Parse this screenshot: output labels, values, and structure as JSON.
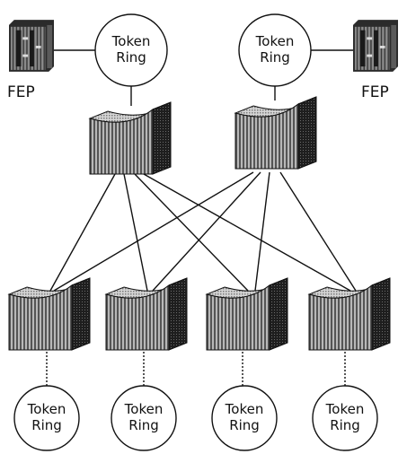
{
  "nodes": {
    "fep_left": {
      "label": "FEP",
      "icon": "fep-server-icon"
    },
    "fep_right": {
      "label": "FEP",
      "icon": "fep-server-icon"
    },
    "top_rings": [
      {
        "line1": "Token",
        "line2": "Ring"
      },
      {
        "line1": "Token",
        "line2": "Ring"
      }
    ],
    "bottom_rings": [
      {
        "line1": "Token",
        "line2": "Ring"
      },
      {
        "line1": "Token",
        "line2": "Ring"
      },
      {
        "line1": "Token",
        "line2": "Ring"
      },
      {
        "line1": "Token",
        "line2": "Ring"
      }
    ],
    "core_switches": [
      {
        "icon": "switch-icon"
      },
      {
        "icon": "switch-icon"
      }
    ],
    "access_switches": [
      {
        "icon": "switch-icon"
      },
      {
        "icon": "switch-icon"
      },
      {
        "icon": "switch-icon"
      },
      {
        "icon": "switch-icon"
      }
    ]
  },
  "colors": {
    "line": "#111111",
    "switch_front": "#9a9a9a",
    "switch_top": "#c8c8c8",
    "switch_side": "#2a2a2a"
  }
}
